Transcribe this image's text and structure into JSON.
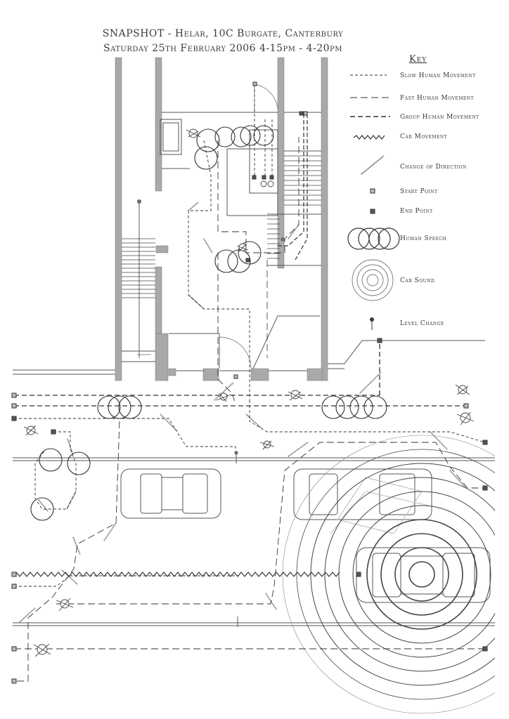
{
  "title": {
    "line1": "SNAPSHOT - Helar, 10C Burgate, Canterbury",
    "line2": "Saturday 25th February 2006 4-15pm - 4-20pm"
  },
  "key": {
    "heading": "Key",
    "items": [
      {
        "label": "Slow Human Movement",
        "icon": "slow-dash-line"
      },
      {
        "label": "Fast Human Movement",
        "icon": "fast-dash-line"
      },
      {
        "label": "Group Human Movement",
        "icon": "group-dash-line"
      },
      {
        "label": "Car Movement",
        "icon": "zigzag-line"
      },
      {
        "label": "Change of Direction",
        "icon": "hatch-line"
      },
      {
        "label": "Start Point",
        "icon": "open-square"
      },
      {
        "label": "End Point",
        "icon": "filled-square"
      },
      {
        "label": "Human Speech",
        "icon": "overlapping-circles"
      },
      {
        "label": "Car Sound",
        "icon": "concentric-circles"
      },
      {
        "label": "Level Change",
        "icon": "pin-marker"
      }
    ]
  },
  "colors": {
    "wall": "#a9a9a9",
    "line": "#333333",
    "background": "#ffffff"
  }
}
